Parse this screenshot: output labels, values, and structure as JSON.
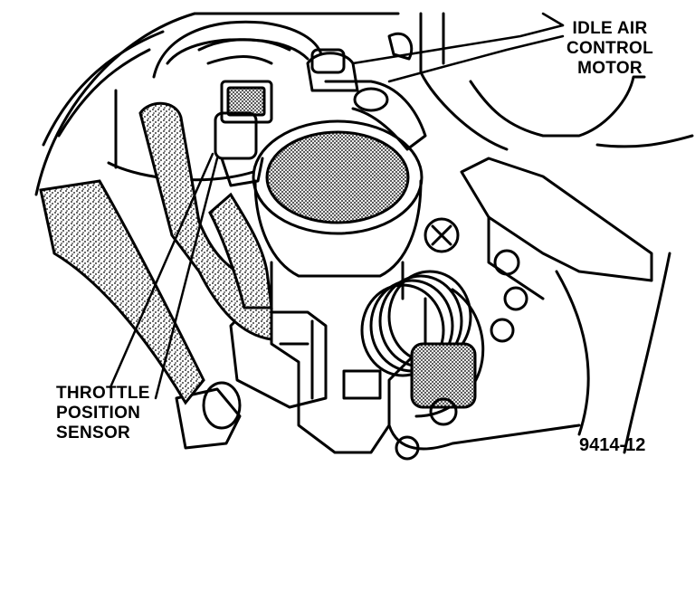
{
  "labels": {
    "idle_air_control_motor": [
      "IDLE AIR",
      "CONTROL",
      "MOTOR"
    ],
    "throttle_position_sensor": [
      "THROTTLE",
      "POSITION",
      "SENSOR"
    ]
  },
  "figure_id": "9414-12",
  "colors": {
    "ink": "#000000",
    "paper": "#ffffff"
  }
}
